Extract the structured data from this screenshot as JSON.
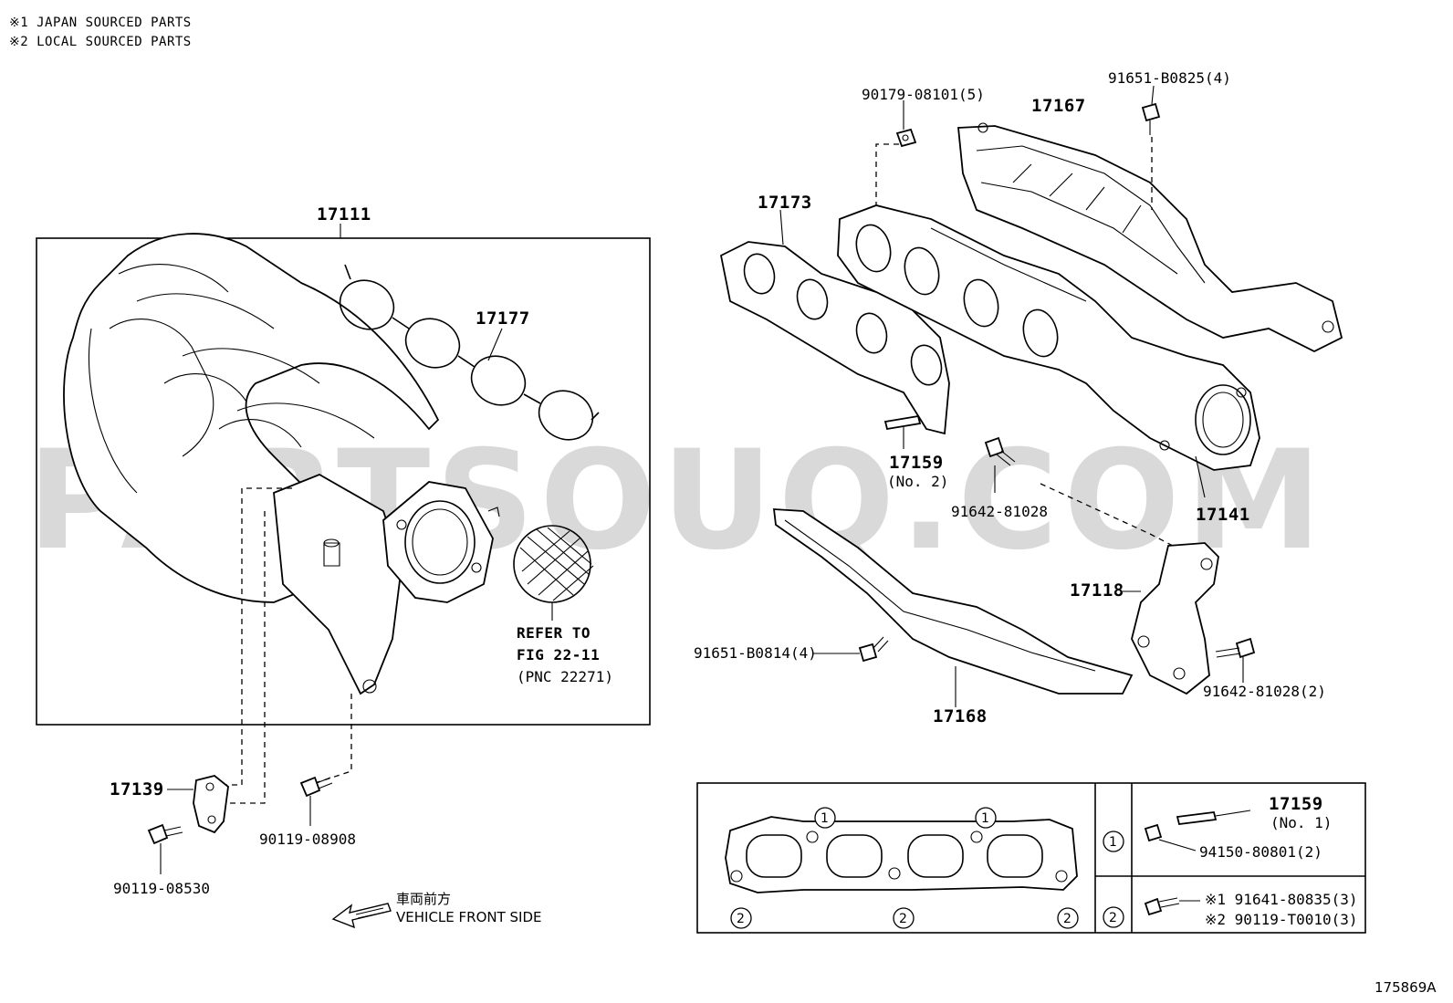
{
  "notes": [
    "※1 JAPAN SOURCED PARTS",
    "※2 LOCAL SOURCED PARTS"
  ],
  "watermark": "PARTSOUQ.COM",
  "parts": {
    "p17111": "17111",
    "p17177": "17177",
    "p17173": "17173",
    "p17167": "17167",
    "p90179": "90179-08101(5)",
    "p91651a": "91651-B0825(4)",
    "p17159_2": "17159",
    "p17159_2_sub": "(No. 2)",
    "p91642": "91642-81028",
    "p17141": "17141",
    "p17118": "17118",
    "p91651b": "91651-B0814(4)",
    "p91642_2": "91642-81028(2)",
    "p17168": "17168",
    "p17139": "17139",
    "p90119_08908": "90119-08908",
    "p90119_08530": "90119-08530"
  },
  "refer": {
    "line1": "REFER TO",
    "line2": "FIG 22-11",
    "line3": "(PNC 22271)"
  },
  "front": {
    "jp": "車両前方",
    "en": "VEHICLE FRONT SIDE"
  },
  "legend": {
    "circle1": "1",
    "circle2": "2",
    "row1_part": "17159",
    "row1_sub": "(No. 1)",
    "row1_nut": "94150-80801(2)",
    "row2_a": "※1 91641-80835(3)",
    "row2_b": "※2 90119-T0010(3)"
  },
  "figure_id": "175869A"
}
